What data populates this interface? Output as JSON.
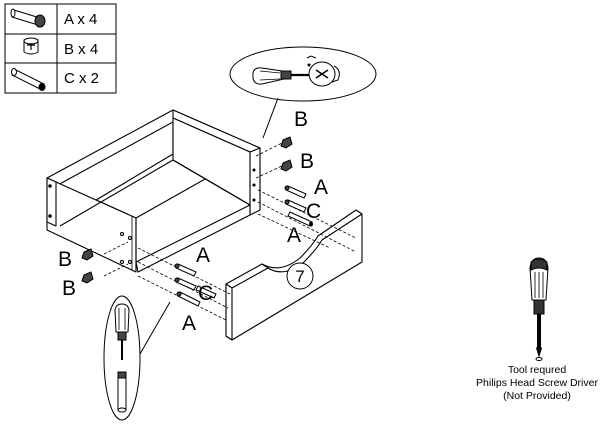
{
  "legend": {
    "rows": [
      {
        "text": "A x 4",
        "icon": "cam-dowel-icon"
      },
      {
        "text": "B x 4",
        "icon": "cam-lock-icon"
      },
      {
        "text": "C x 2",
        "icon": "wood-dowel-icon"
      }
    ]
  },
  "labels": {
    "B": "B",
    "A": "A",
    "C": "C"
  },
  "step_number": "7",
  "tool": {
    "line1": "Tool requred",
    "line2": "Philips Head Screw Driver",
    "line3": "(Not Provided)"
  }
}
